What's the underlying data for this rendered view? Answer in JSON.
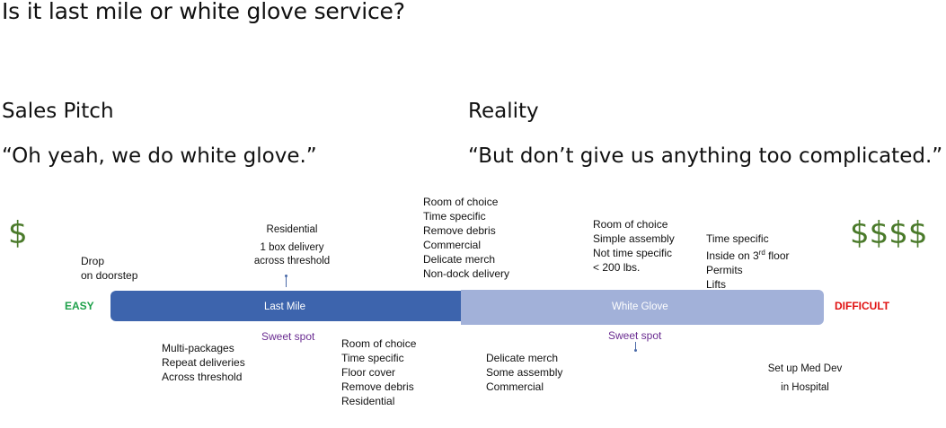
{
  "title": "Is it last mile or white glove service?",
  "sales_pitch": {
    "heading": "Sales Pitch",
    "quote": "“Oh yeah, we do white glove.”"
  },
  "reality": {
    "heading": "Reality",
    "quote": "“But don’t give us anything too complicated.”"
  },
  "cost_low": "$",
  "cost_high": "$$$$",
  "scale": {
    "easy": "EASY",
    "difficult": "DIFFICULT",
    "last_mile_label": "Last Mile",
    "white_glove_label": "White Glove",
    "colors": {
      "last_mile": "#3d64ad",
      "white_glove": "#a2b1d9",
      "easy": "#1fa14b",
      "difficult": "#e01010",
      "money": "#4a7a2a",
      "sweet_spot": "#6a2c91"
    }
  },
  "above": {
    "drop": [
      "Drop",
      "on doorstep"
    ],
    "residential_title": "Residential",
    "residential_lines": [
      "1 box delivery",
      "across threshold"
    ],
    "mid": [
      "Room of choice",
      "Time specific",
      "Remove debris",
      "Commercial",
      "Delicate merch",
      "Non-dock delivery"
    ],
    "white_glove_a": [
      "Room of choice",
      "Simple assembly",
      "Not time specific",
      "< 200 lbs."
    ],
    "white_glove_b_1": "Time specific",
    "white_glove_b_2_pre": "Inside on 3",
    "white_glove_b_2_sup": "rd",
    "white_glove_b_2_post": " floor",
    "white_glove_b_3": "Permits",
    "white_glove_b_4": "Lifts"
  },
  "below": {
    "sweet_spot_1": "Sweet spot",
    "sweet_spot_2": "Sweet spot",
    "multi": [
      "Multi-packages",
      "Repeat deliveries",
      "Across threshold"
    ],
    "room": [
      "Room of choice",
      "Time specific",
      "Floor cover",
      "Remove debris",
      "Residential"
    ],
    "delicate": [
      "Delicate merch",
      "Some assembly",
      "Commercial"
    ],
    "med_dev_1": "Set up Med Dev",
    "med_dev_2": "in Hospital"
  }
}
